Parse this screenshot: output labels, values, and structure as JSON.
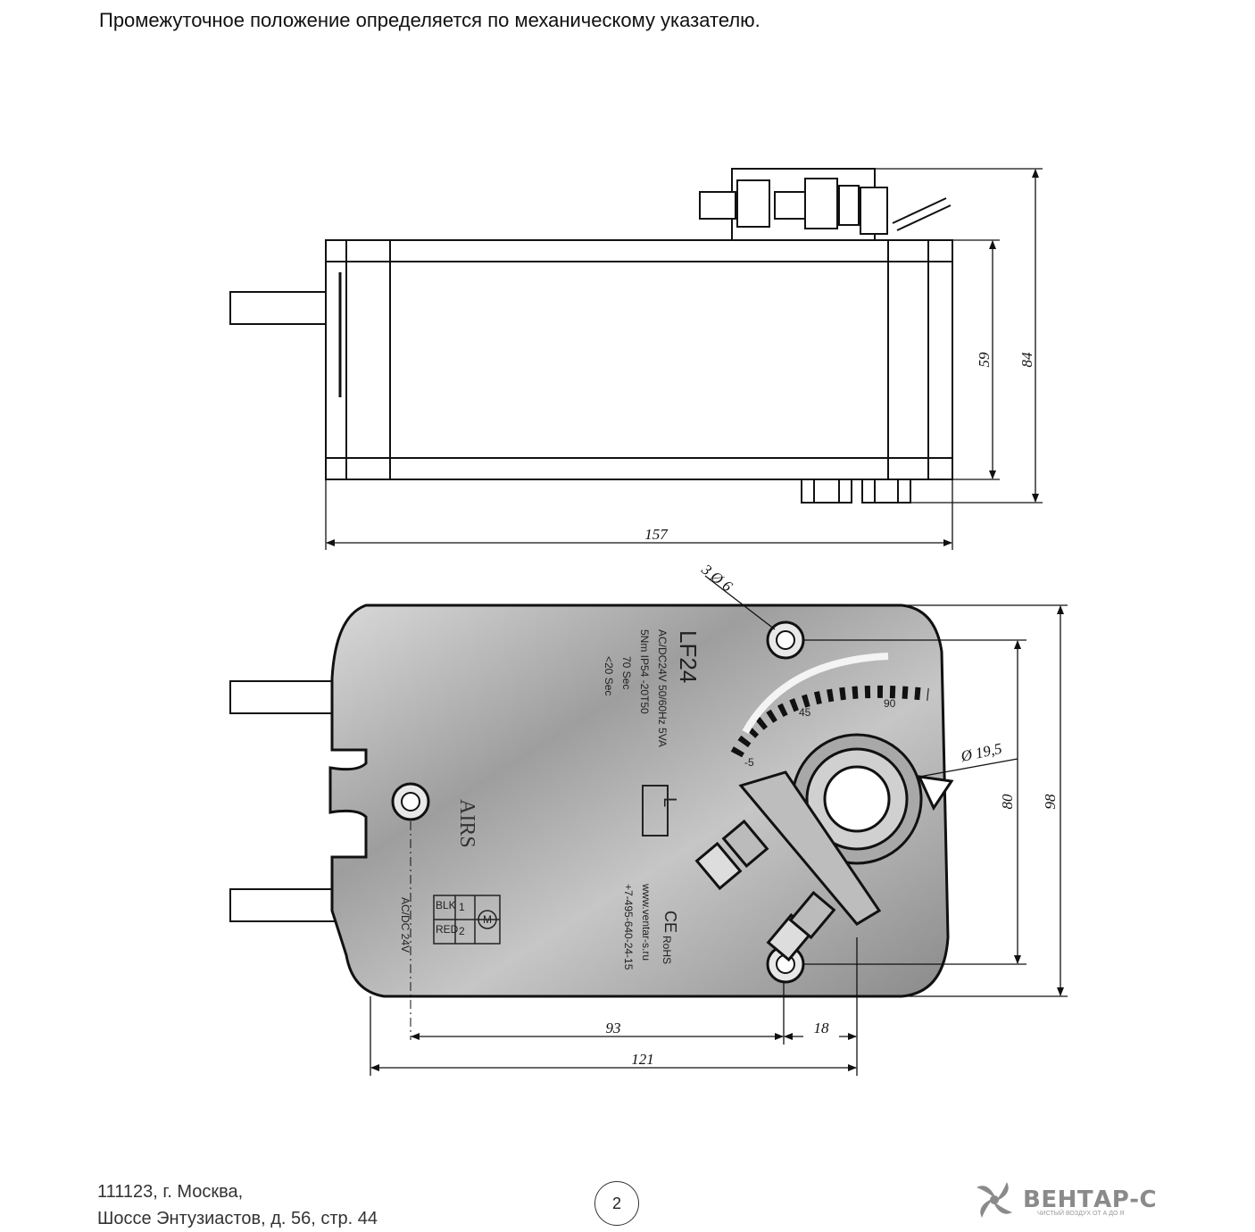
{
  "intro_text": "Промежуточное положение определяется по механическому указателю.",
  "drawing": {
    "top_view": {
      "dim_height_inner": "59",
      "dim_height_total": "84",
      "dim_length": "157"
    },
    "front_view": {
      "model": "LF24",
      "spec_line1": "AC/DC24V 50/60Hz 5VA",
      "spec_line2": "5Nm IP54 -20T50",
      "spec_line3": "70 Sec",
      "spec_line4": "<20 Sec",
      "brand": "AIRS",
      "web": "www.ventar-s.ru",
      "phone": "+7-495-640-24-15",
      "rohs": "RoHS",
      "ce": "CE",
      "l_mark": "L",
      "scale_45": "45",
      "scale_90": "90",
      "scale_m5": "-5",
      "wiring_voltage": "AC/DC 24V",
      "wire_blk": "BLK",
      "wire_red": "RED",
      "terminal_1": "1",
      "terminal_2": "2",
      "motor_m": "M",
      "dim_holes": "3 Ø 6",
      "dim_shaft": "Ø 19,5",
      "dim_80": "80",
      "dim_98": "98",
      "dim_93": "93",
      "dim_18": "18",
      "dim_121": "121"
    }
  },
  "footer": {
    "address_line1": "111123, г. Москва,",
    "address_line2": "Шоссе Энтузиастов, д. 56, стр. 44",
    "page_number": "2",
    "brand_name": "ВЕНТАР-С",
    "brand_tagline": "ЧИСТЫЙ ВОЗДУХ ОТ А ДО Я"
  }
}
